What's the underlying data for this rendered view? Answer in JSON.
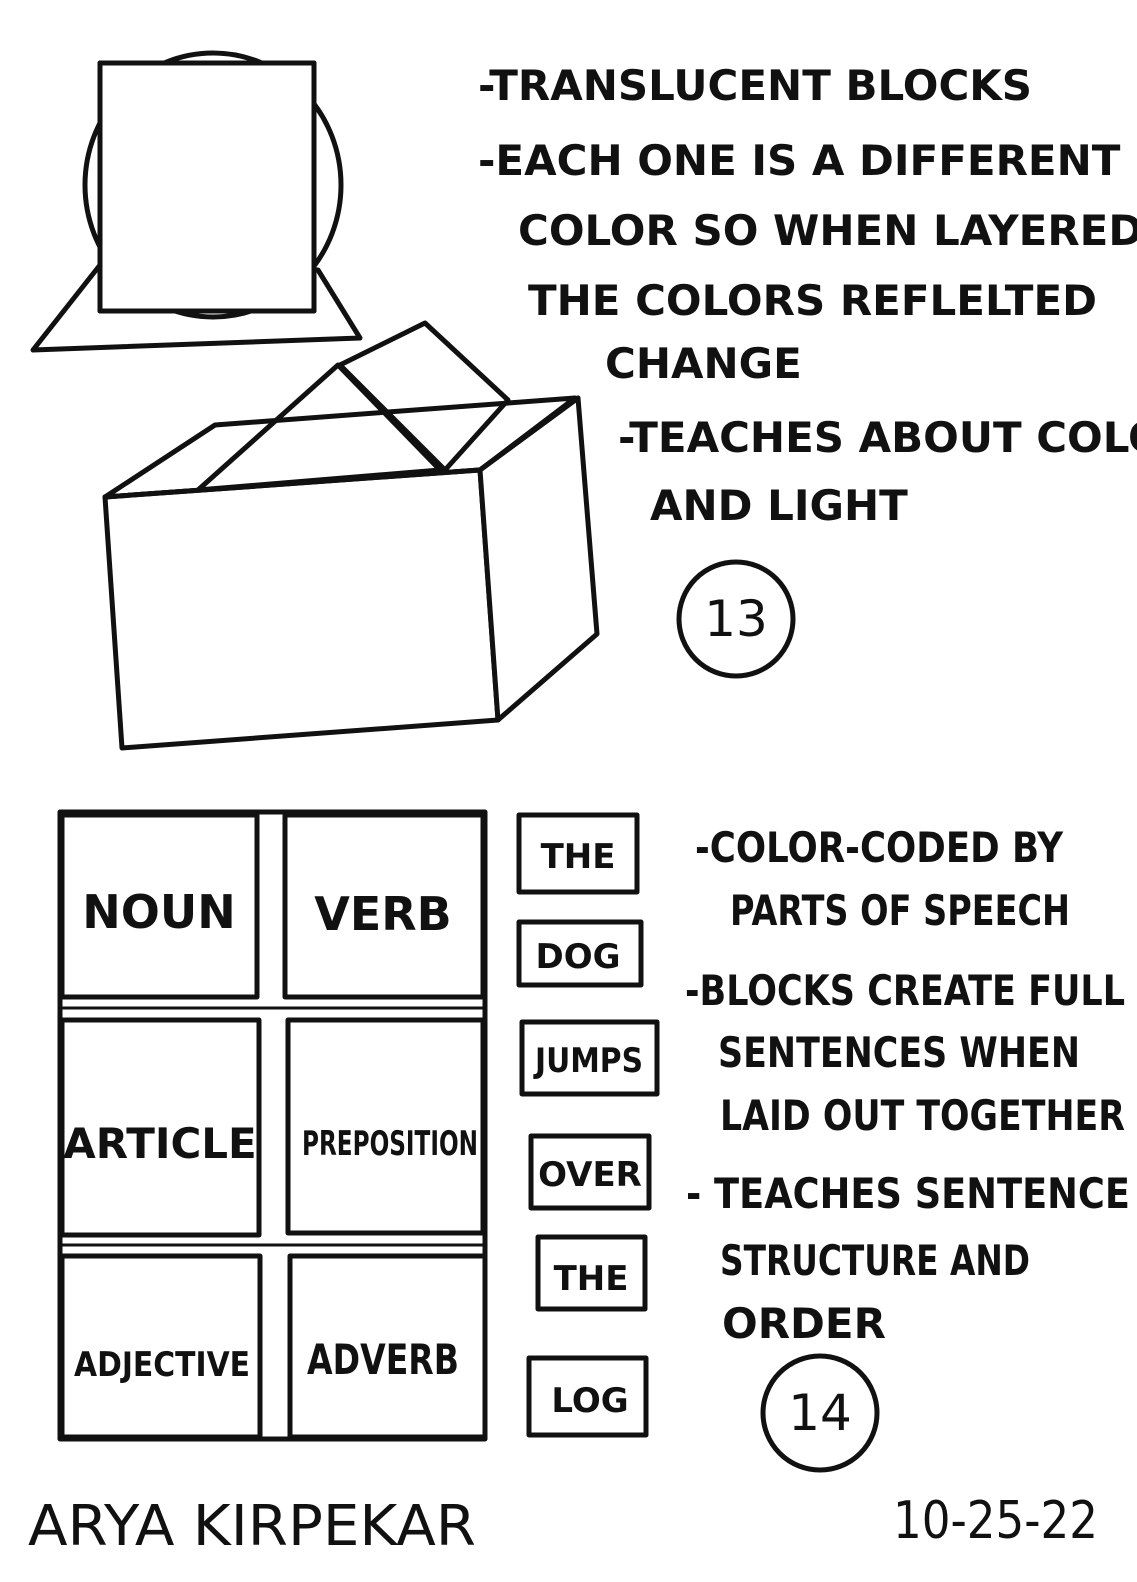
{
  "colors": {
    "ink": "#111111",
    "paper": "#ffffff"
  },
  "idea13": {
    "notes": [
      "-TRANSLUCENT BLOCKS",
      "-EACH ONE IS A DIFFERENT",
      "COLOR SO WHEN LAYERED,",
      "THE COLORS REFLELTED",
      "CHANGE",
      "-TEACHES ABOUT COLOR",
      "AND LIGHT"
    ],
    "number": "13"
  },
  "idea14": {
    "grid_labels": [
      "NOUN",
      "VERB",
      "ARTICLE",
      "PREPOSITION",
      "ADJECTIVE",
      "ADVERB"
    ],
    "word_blocks": [
      "THE",
      "DOG",
      "JUMPS",
      "OVER",
      "THE",
      "LOG"
    ],
    "notes": [
      "-COLOR-CODED BY",
      "PARTS OF SPEECH",
      "-BLOCKS CREATE FULL",
      "SENTENCES WHEN",
      "LAID OUT TOGETHER",
      "- TEACHES SENTENCE",
      "STRUCTURE AND",
      "ORDER"
    ],
    "number": "14"
  },
  "footer": {
    "author": "ARYA KIRPEKAR",
    "date": "10-25-22"
  }
}
